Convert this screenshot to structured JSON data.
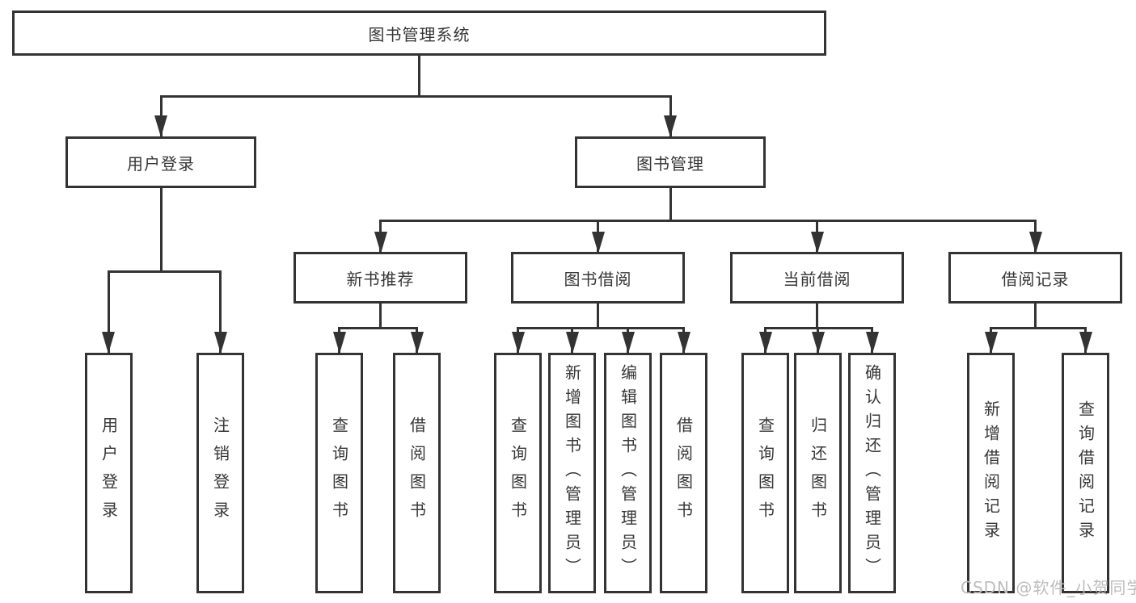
{
  "root": "图书管理系统",
  "level2": [
    "用户登录",
    "图书管理"
  ],
  "level3": [
    "新书推荐",
    "图书借阅",
    "当前借阅",
    "借阅记录"
  ],
  "leaves": {
    "user_login": [
      "用户登录",
      "注销登录"
    ],
    "new_books": [
      "查询图书",
      "借阅图书"
    ],
    "book_borrow": [
      "查询图书",
      "新增图书（管理员）",
      "编辑图书（管理员）",
      "借阅图书"
    ],
    "current_borrow": [
      "查询图书",
      "归还图书",
      "确认归还（管理员）"
    ],
    "borrow_records": [
      "新增借阅记录",
      "查询借阅记录"
    ]
  },
  "watermark": "CSDN @软件_小贺同学",
  "colors": {
    "line": "#333333",
    "text": "#363636",
    "watermark": "#bdbdbd",
    "background": "#ffffff"
  }
}
